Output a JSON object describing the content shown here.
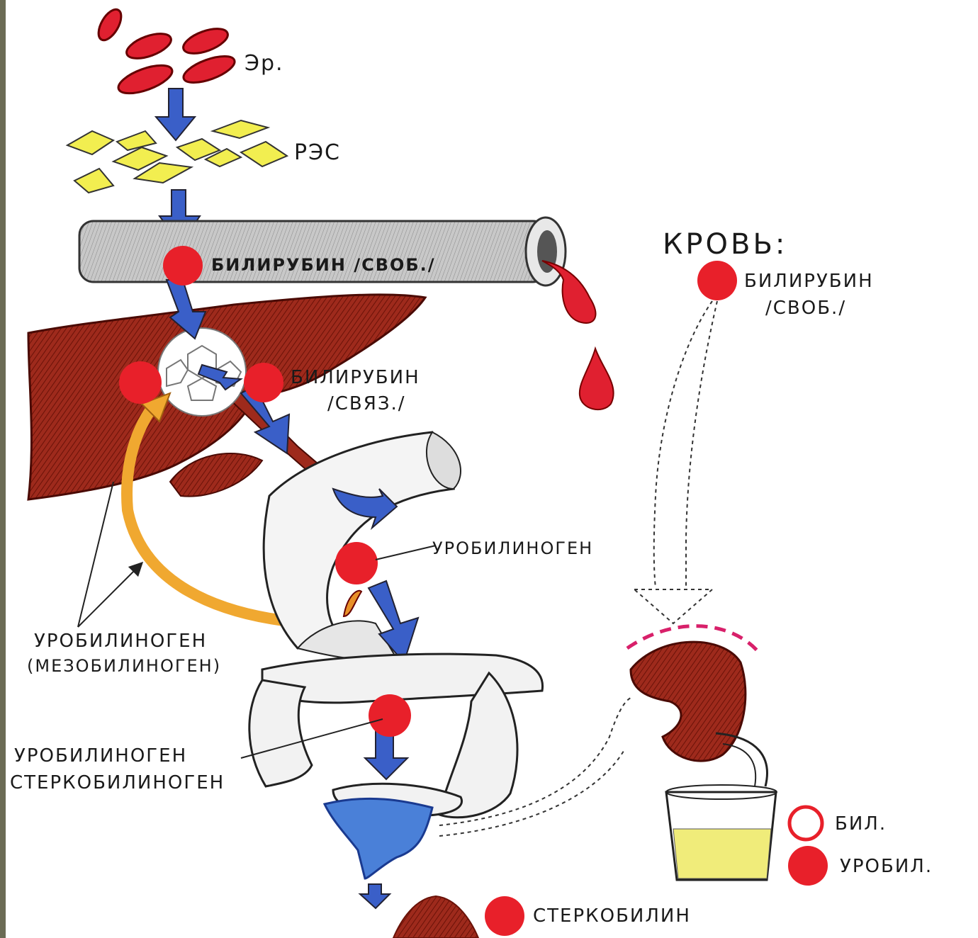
{
  "labels": {
    "er": "Эр.",
    "res": "РЭС",
    "bil_free_vessel": "БИЛИРУБИН /СВОБ./",
    "blood_title": "КРОВЬ:",
    "blood_bil": "БИЛИРУБИН",
    "blood_bil_sub": "/СВОБ./",
    "bil_bound": "БИЛИРУБИН",
    "bil_bound_sub": "/СВЯЗ./",
    "urobilinogen_gut": "УРОБИЛИНОГЕН",
    "urobilinogen_meso": "УРОБИЛИНОГЕН",
    "urobilinogen_meso_sub": "(МЕЗОБИЛИНОГЕН)",
    "urobilinogen_colon": "УРОБИЛИНОГЕН",
    "stercobilinogen": "СТЕРКОБИЛИНОГЕН",
    "legend_bil": "БИЛ.",
    "legend_urobil": "УРОБИЛ.",
    "stercobilin": "СТЕРКОБИЛИН"
  },
  "colors": {
    "red_dot": "#e8202a",
    "erythrocyte": "#e02030",
    "res_cell": "#f2ee50",
    "arrow_blue": "#3a5fc8",
    "liver": "#9e2a1c",
    "vessel": "#b8b8b8",
    "urine": "#f0ec7a",
    "orange_arrow": "#f0a830",
    "pink_dash": "#d8206a"
  }
}
